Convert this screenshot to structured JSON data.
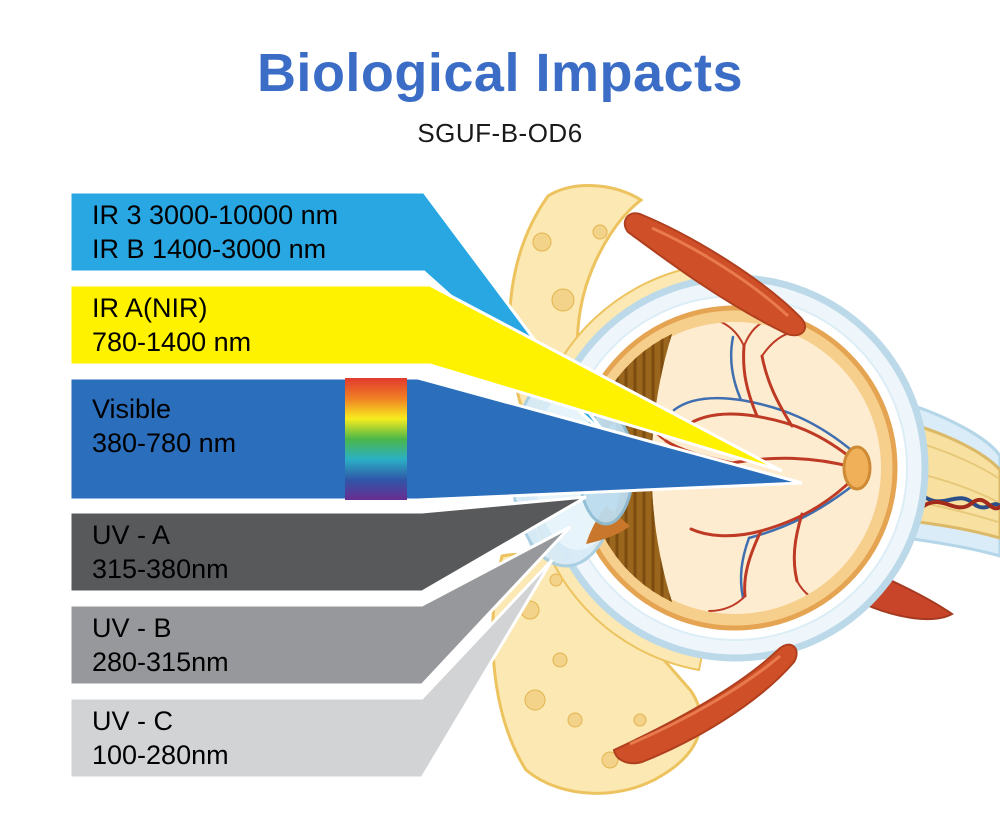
{
  "title": {
    "text": "Biological Impacts",
    "color": "#3b6dc6"
  },
  "subtitle": "SGUF-B-OD6",
  "bands": [
    {
      "name": "ir-b",
      "line1": "IR 3 3000-10000 nm",
      "line2": "IR B 1400-3000 nm",
      "color": "#29a7e3"
    },
    {
      "name": "ir-a-nir",
      "line1": "IR A(NIR)",
      "line2": "780-1400 nm",
      "color": "#fff200"
    },
    {
      "name": "visible",
      "line1": "Visible",
      "line2": "380-780 nm",
      "color": "#2a6ebc"
    },
    {
      "name": "uv-a",
      "line1": "UV - A",
      "line2": "315-380nm",
      "color": "#58595b"
    },
    {
      "name": "uv-b",
      "line1": "UV - B",
      "line2": "280-315nm",
      "color": "#96989b"
    },
    {
      "name": "uv-c",
      "line1": "UV - C",
      "line2": "100-280nm",
      "color": "#d2d3d5"
    }
  ],
  "spectrum_colors": [
    "#e23a2e",
    "#f07f23",
    "#f7ec1f",
    "#4cb748",
    "#2bb0c5",
    "#2f57a8",
    "#6a2c91"
  ],
  "illustration": {
    "subject": "human-eye-cross-section"
  }
}
